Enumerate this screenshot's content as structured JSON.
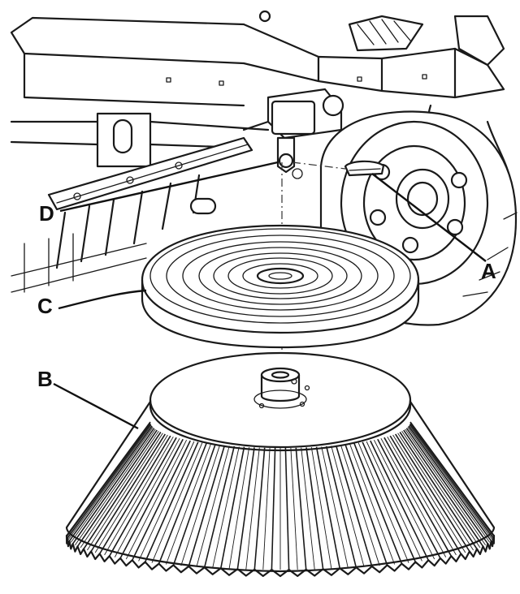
{
  "callouts": {
    "a": "A",
    "b": "B",
    "c": "C",
    "d": "D"
  },
  "colors": {
    "line": "#1a1a1a",
    "fill": "#ffffff"
  }
}
